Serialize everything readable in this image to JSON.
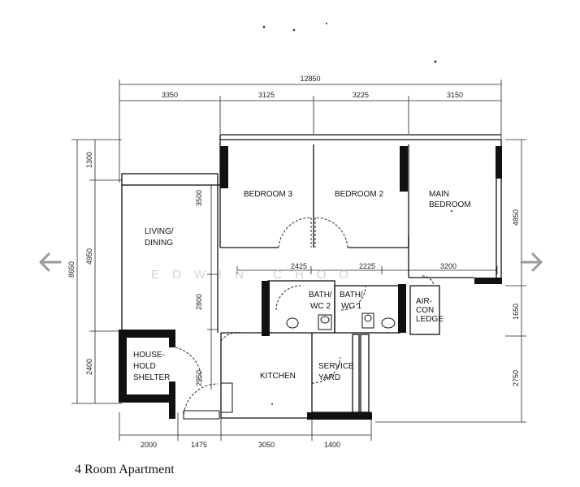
{
  "caption": "4 Room Apartment",
  "watermark": "EDWIN CHOO",
  "nav": {
    "prev_icon": "arrow-left-icon",
    "next_icon": "arrow-right-icon"
  },
  "rooms": {
    "bedroom3": "BEDROOM 3",
    "bedroom2": "BEDROOM 2",
    "main_bedroom": [
      "MAIN",
      "BEDROOM"
    ],
    "living_dining": [
      "LIVING/",
      "DINING"
    ],
    "bath2": [
      "BATH/",
      "WC 2"
    ],
    "bath1": [
      "BATH/",
      "WC 1"
    ],
    "aircon_ledge": [
      "AIR-",
      "CON",
      "LEDGE"
    ],
    "household_shelter": [
      "HOUSE-",
      "HOLD",
      "SHELTER"
    ],
    "kitchen": "KITCHEN",
    "service_yard": [
      "SERVICE",
      "YARD"
    ]
  },
  "dimensions": {
    "overall_top": "12850",
    "top": [
      "3350",
      "3125",
      "3225",
      "3150"
    ],
    "left_outer": "8650",
    "left": [
      "1300",
      "4950",
      "2400"
    ],
    "interior_vertical": [
      "3500",
      "2800",
      "2950"
    ],
    "interior_horizontal": [
      "2425",
      "2225",
      "3200"
    ],
    "right": [
      "4850",
      "1650",
      "2750"
    ],
    "bottom": [
      "2000",
      "1475",
      "3050",
      "1400"
    ]
  },
  "colors": {
    "wall": "#111111",
    "arrow": "#9a9a9a",
    "watermark": "#d3d3d3"
  }
}
